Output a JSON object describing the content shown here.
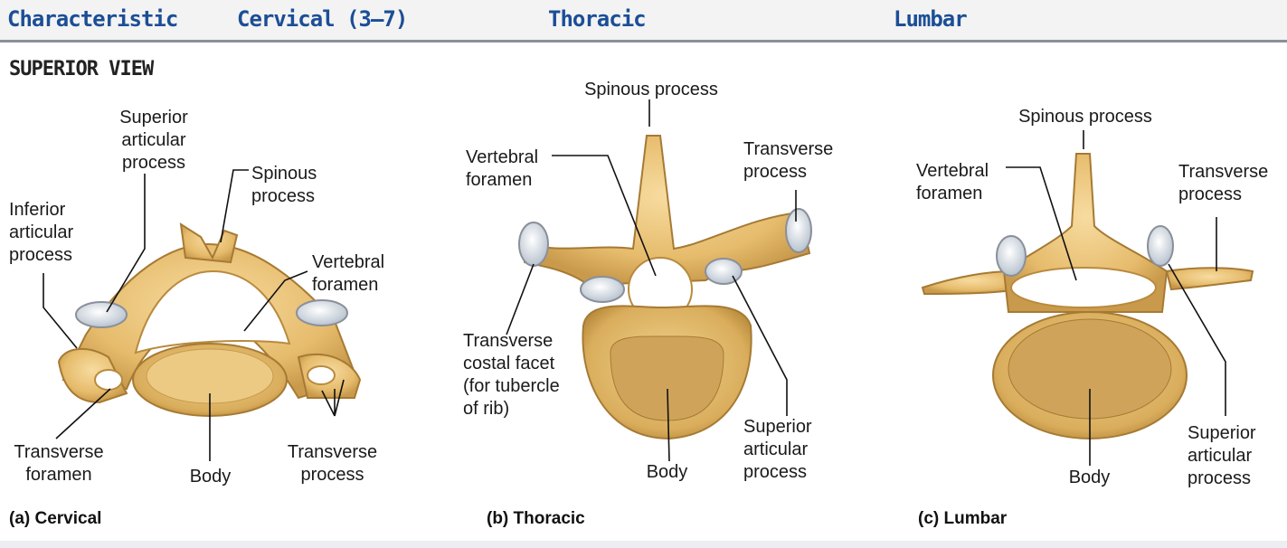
{
  "header": {
    "col1": "Characteristic",
    "col2": "Cervical (3–7)",
    "col3": "Thoracic",
    "col4": "Lumbar"
  },
  "section_title": "SUPERIOR VIEW",
  "colors": {
    "header_text": "#1c4e96",
    "bone": "#e9c27a",
    "bone_dark": "#b98a3e",
    "cartilage": "#dfe6ee"
  },
  "panels": [
    {
      "caption": "(a) Cervical",
      "labels": {
        "superior_articular": "Superior\narticular\nprocess",
        "spinous": "Spinous\nprocess",
        "inferior_articular": "Inferior\narticular\nprocess",
        "vertebral_foramen": "Vertebral\nforamen",
        "transverse_foramen": "Transverse\nforamen",
        "body": "Body",
        "transverse_process": "Transverse\nprocess"
      }
    },
    {
      "caption": "(b) Thoracic",
      "labels": {
        "spinous": "Spinous process",
        "vertebral_foramen": "Vertebral\nforamen",
        "transverse_process": "Transverse\nprocess",
        "transverse_costal_facet": "Transverse\ncostal facet\n(for tubercle\nof rib)",
        "body": "Body",
        "superior_articular": "Superior\narticular\nprocess"
      }
    },
    {
      "caption": "(c) Lumbar",
      "labels": {
        "spinous": "Spinous process",
        "vertebral_foramen": "Vertebral\nforamen",
        "transverse_process": "Transverse\nprocess",
        "body": "Body",
        "superior_articular": "Superior\narticular\nprocess"
      }
    }
  ]
}
